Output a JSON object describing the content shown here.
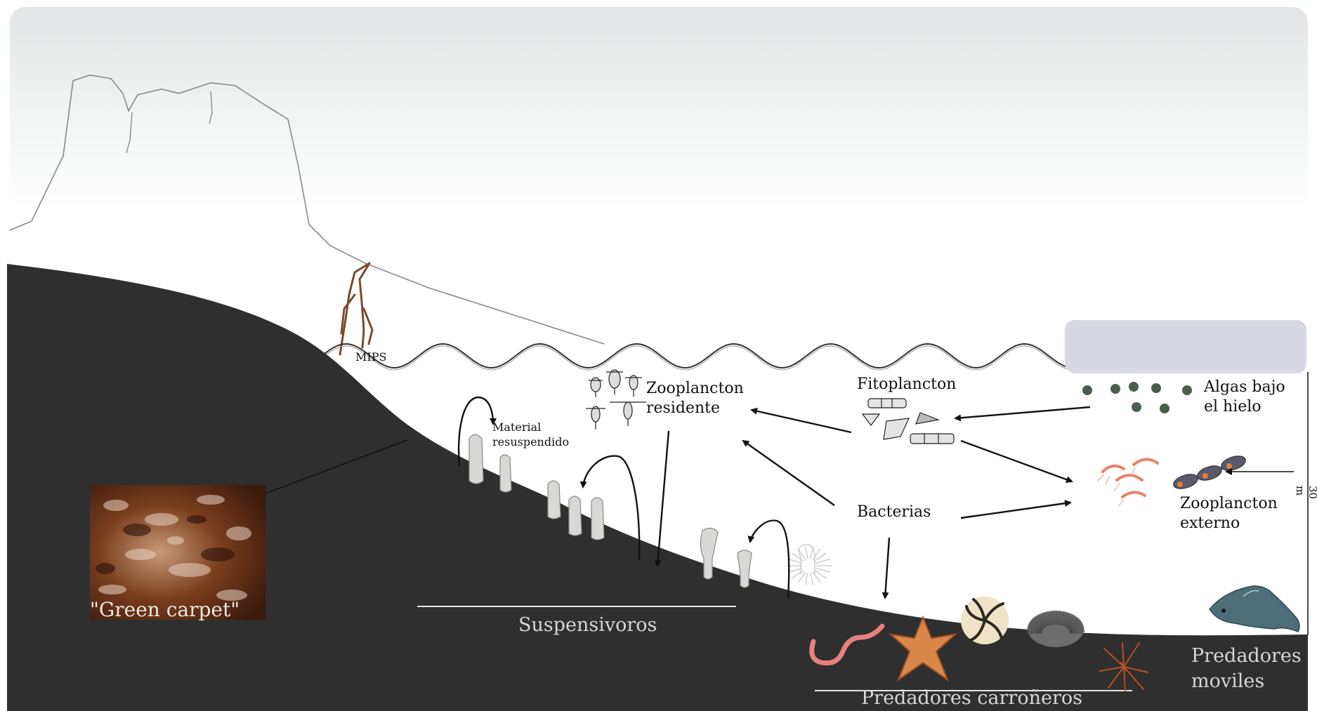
{
  "labels": {
    "mips": "MIPS",
    "zooplancton_residente": [
      "Zooplancton",
      "residente"
    ],
    "material_resuspendido": [
      "Material",
      "resuspendido"
    ],
    "fitoplancton": "Fitoplancton",
    "algas_bajo_hielo": [
      "Algas bajo",
      "el hielo"
    ],
    "bacterias": "Bacterias",
    "zooplancton_externo": [
      "Zooplancton",
      "externo"
    ],
    "green_carpet": "\"Green carpet\"",
    "suspensivoros": "Suspensivoros",
    "predadores_carroneros": "Predadores carroñeros",
    "predadores_moviles": [
      "Predadores",
      "moviles"
    ],
    "scale": "30 m"
  },
  "colors": {
    "sky_top": "#e3e6e6",
    "sky_bottom": "#ffffff",
    "seabed": "#2f2f2f",
    "ice": "#d8d8e2",
    "algae": "#4b5e4b",
    "glacier_root": "#7a4b2a",
    "krill": "#e8826a",
    "starfish": "#d9874a",
    "worm": "#e88080",
    "fish": "#4d6e78",
    "light_text": "#d6d6d6"
  },
  "icons": [
    "mountain-outline",
    "glacier-crack",
    "wave-surface",
    "sea-ice-block",
    "algae-dots",
    "zooplankton-copepods",
    "diatom-phytoplankton",
    "krill",
    "salp-chain",
    "sponge",
    "sea-anemone",
    "worm",
    "starfish",
    "brittle-star",
    "sea-urchin",
    "sea-spider",
    "fish",
    "green-carpet-photo"
  ]
}
